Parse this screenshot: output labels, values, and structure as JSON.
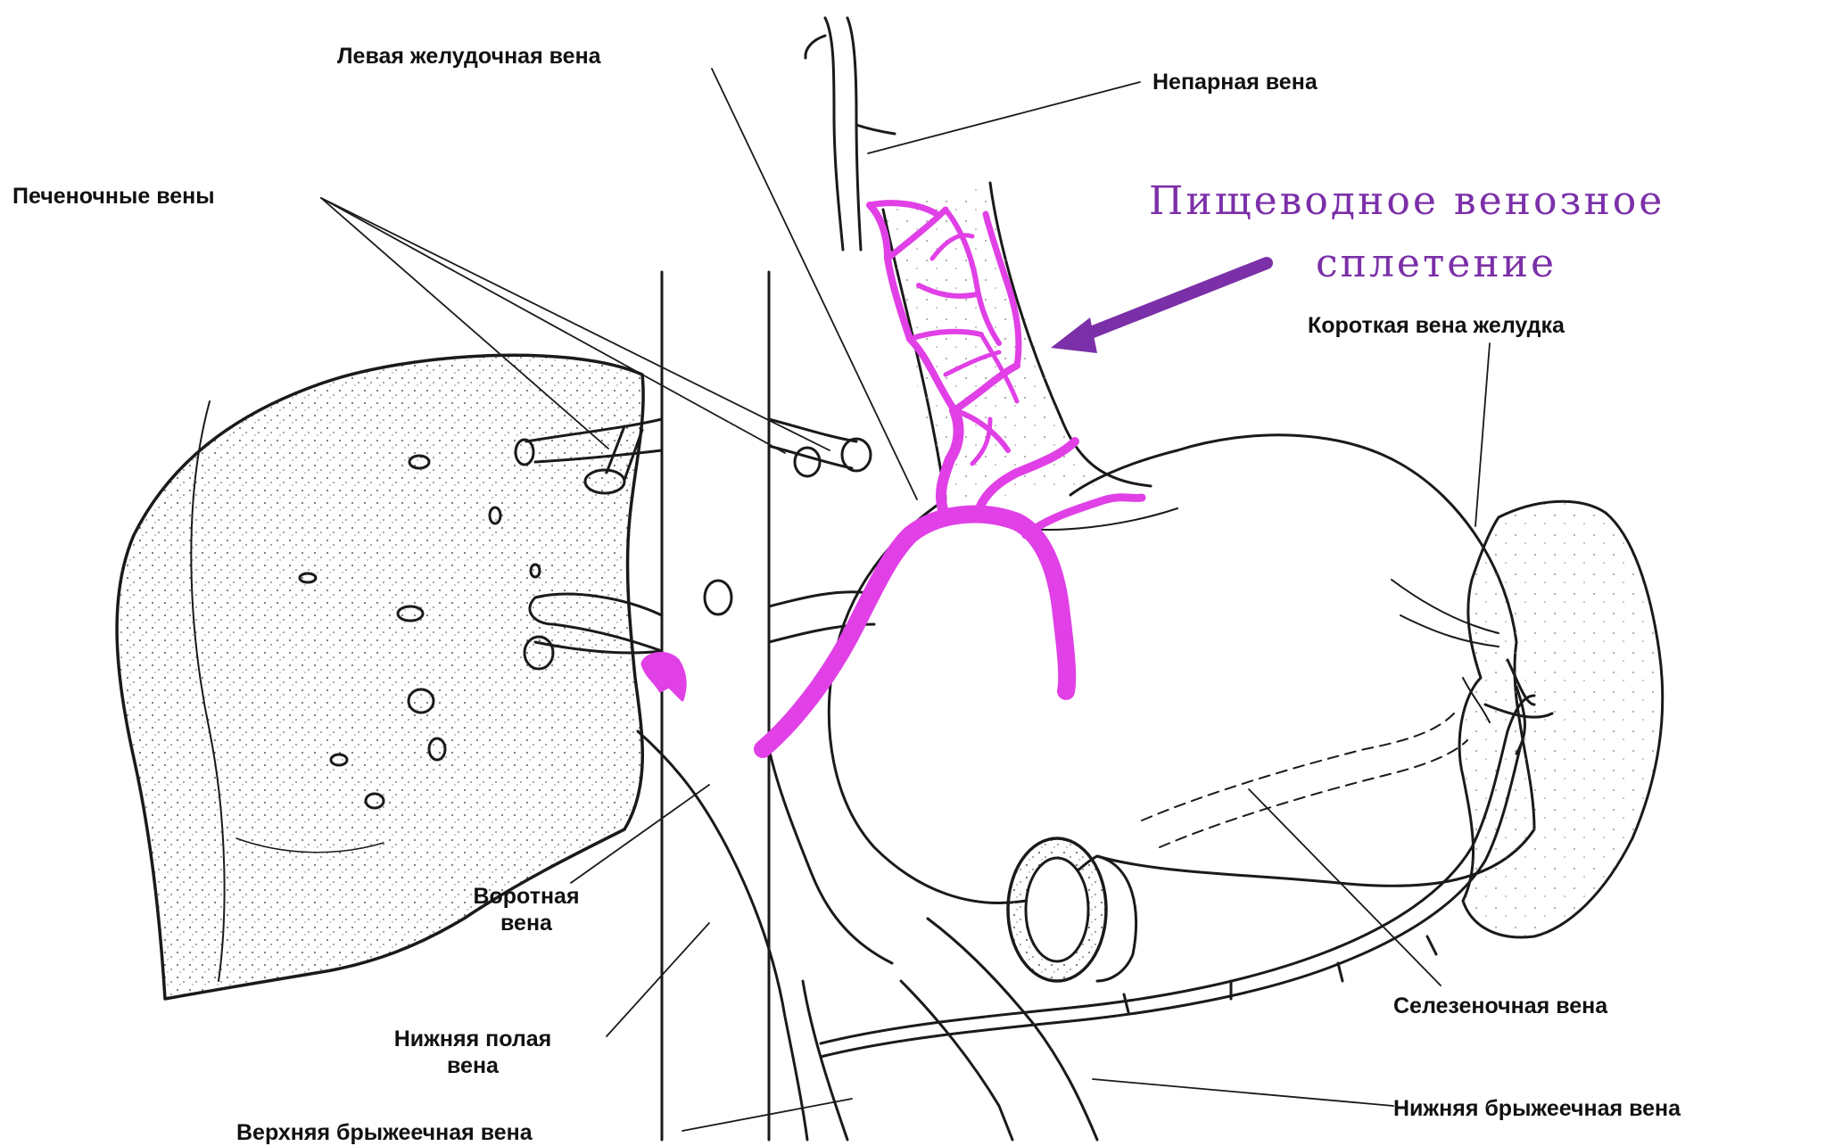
{
  "diagram": {
    "labels": {
      "left_gastric_vein": "Левая желудочная вена",
      "azygos_vein": "Непарная вена",
      "hepatic_veins": "Печеночные вены",
      "short_gastric_vein": "Короткая вена желудка",
      "portal_vein_line1": "Воротная",
      "portal_vein_line2": "вена",
      "ivc_line1": "Нижняя полая",
      "ivc_line2": "вена",
      "splenic_vein": "Селезеночная вена",
      "inferior_mesenteric_vein": "Нижняя брыжеечная вена",
      "superior_mesenteric_vein": "Верхняя брыжеечная вена"
    },
    "callout": {
      "line1": "Пищеводное венозное",
      "line2": "сплетение",
      "color": "#7b2fa8"
    },
    "highlight_color": "#e040e6",
    "line_color": "#1a1a1a"
  }
}
